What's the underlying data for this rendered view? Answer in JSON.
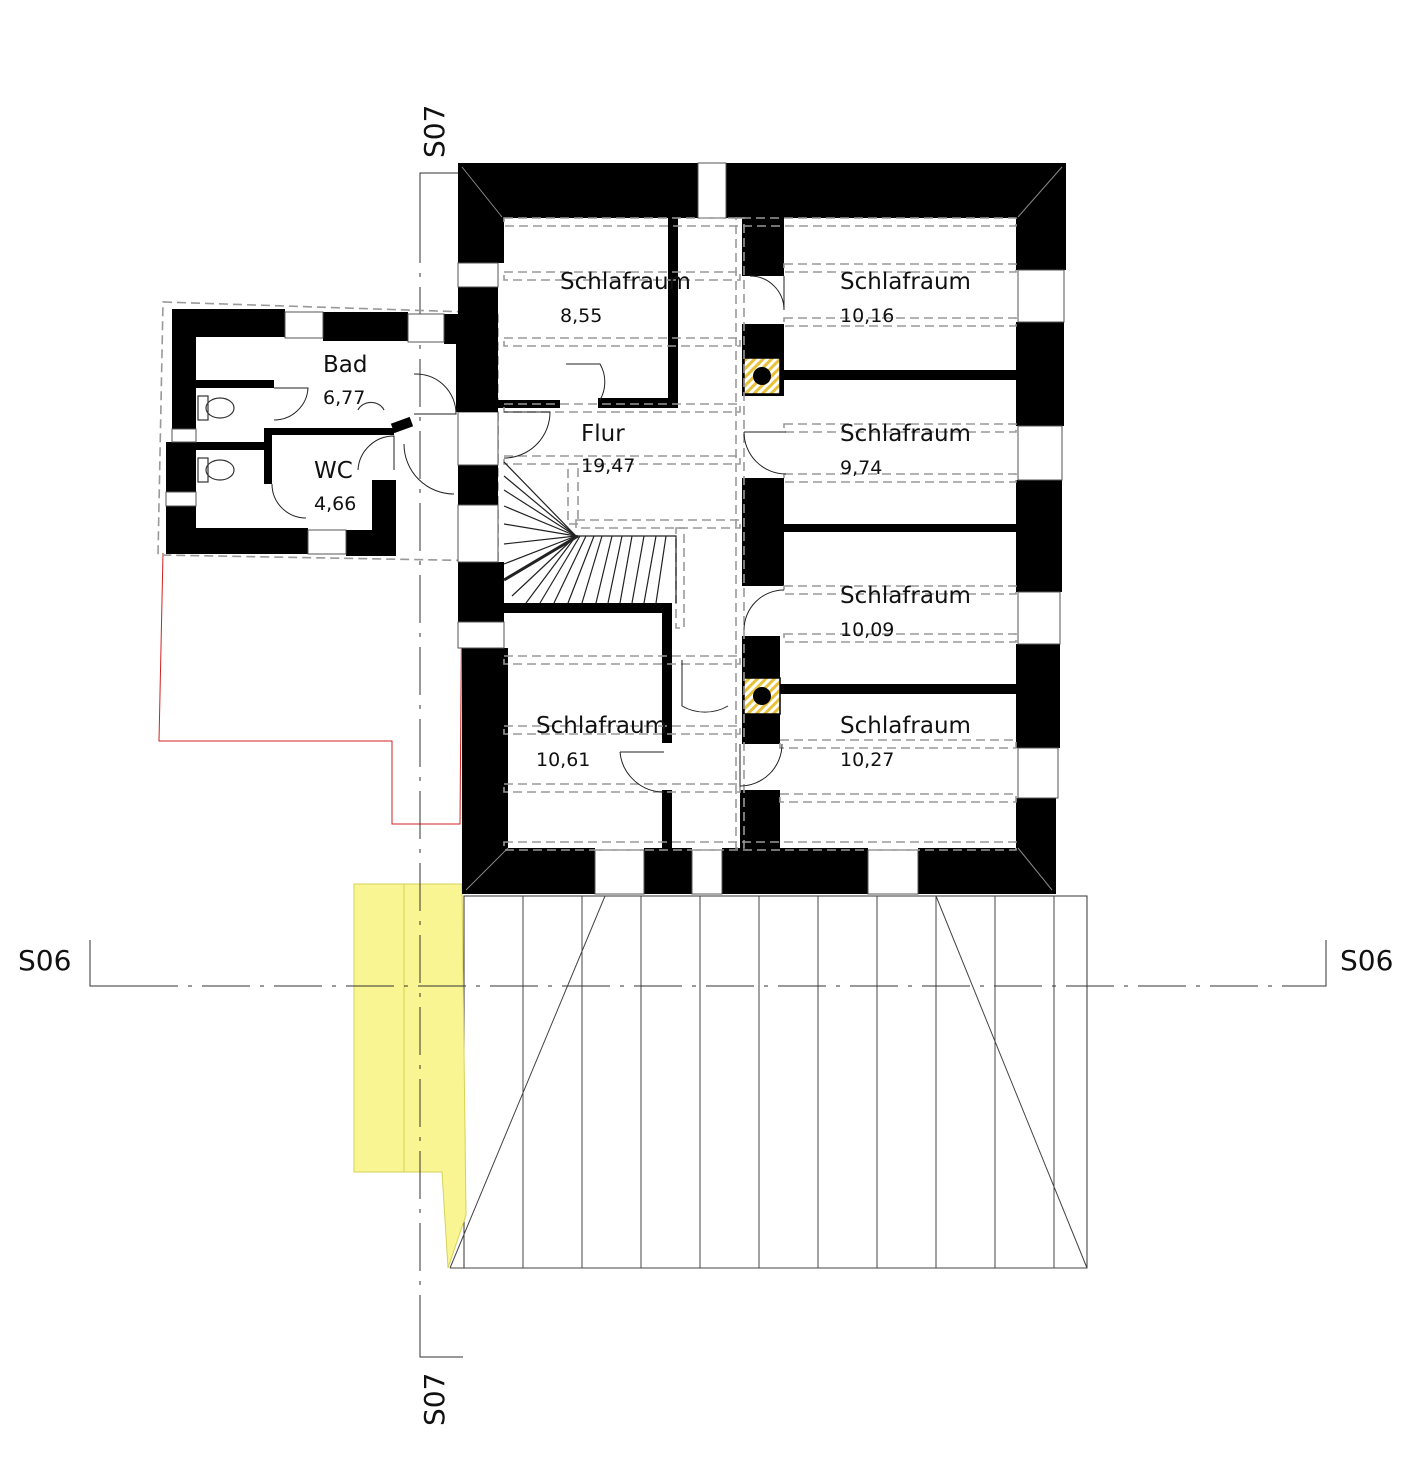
{
  "rooms": {
    "schlaf1": {
      "name": "Schlafraum",
      "area": "8,55"
    },
    "schlaf2": {
      "name": "Schlafraum",
      "area": "10,16"
    },
    "schlaf3": {
      "name": "Schlafraum",
      "area": "9,74"
    },
    "schlaf4": {
      "name": "Schlafraum",
      "area": "10,09"
    },
    "schlaf5": {
      "name": "Schlafraum",
      "area": "10,61"
    },
    "schlaf6": {
      "name": "Schlafraum",
      "area": "10,27"
    },
    "flur": {
      "name": "Flur",
      "area": "19,47"
    },
    "bad": {
      "name": "Bad",
      "area": "6,77"
    },
    "wc": {
      "name": "WC",
      "area": "4,66"
    }
  },
  "sections": {
    "s06": "S06",
    "s07": "S07"
  },
  "colors": {
    "wall": "#000000",
    "highlight": "#f8f592",
    "outline": "#d42020",
    "dashed": "#999999",
    "chimney": "#e8c13a"
  }
}
